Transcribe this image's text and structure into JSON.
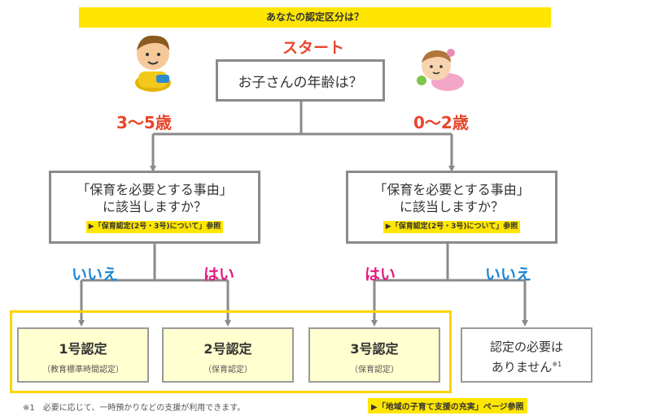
{
  "header": {
    "title": "あなたの認定区分は？"
  },
  "start": {
    "label": "スタート",
    "question": "お子さんの年齢は？"
  },
  "ages": {
    "left": "3～5歳",
    "right": "0～2歳"
  },
  "reason_box": {
    "line1": "「保育を必要とする事由」",
    "line2": "に該当しますか？",
    "ref": "▶「保育認定(2号・3号)について」参照"
  },
  "answers": {
    "left_no": "いいえ",
    "left_yes": "はい",
    "right_yes": "はい",
    "right_no": "いいえ"
  },
  "certs": [
    {
      "main": "1号認定",
      "sub": "（教育標準時間認定）"
    },
    {
      "main": "2号認定",
      "sub": "（保育認定）"
    },
    {
      "main": "3号認定",
      "sub": "（保育認定）"
    }
  ],
  "no_cert": {
    "line1": "認定の必要は",
    "line2": "ありません",
    "mark": "※1"
  },
  "footnote": {
    "text": "※1　必要に応じて、一時預かりなどの支援が利用できます。",
    "ref": "▶「地域の子育て支援の充実」ページ参照"
  },
  "colors": {
    "accent_yellow": "#ffe600",
    "start_red": "#e8462b",
    "no_blue": "#1e88d6",
    "yes_pink": "#e6187f",
    "line_gray": "#8a8a8a"
  }
}
